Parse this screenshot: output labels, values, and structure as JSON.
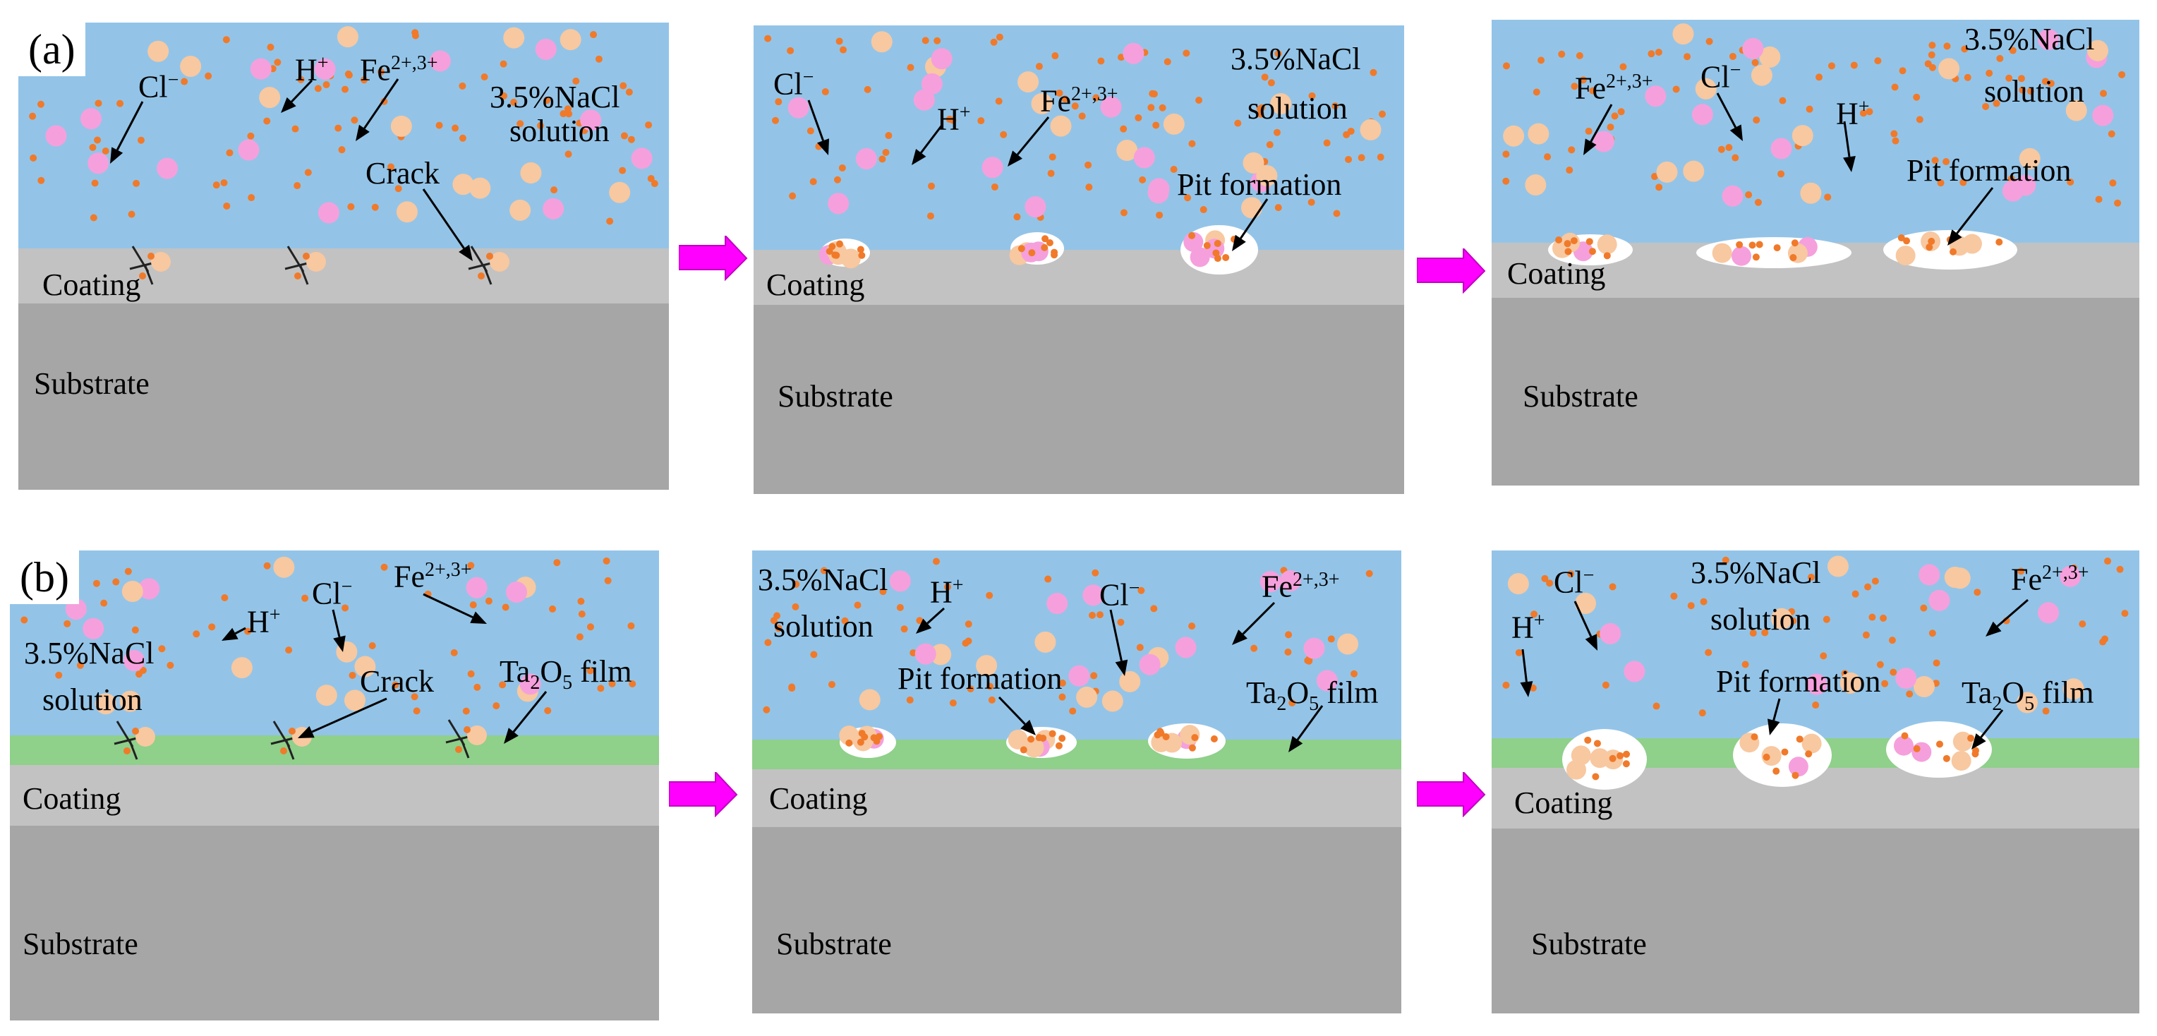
{
  "labels": {
    "a": "(a)",
    "b": "(b)",
    "cl": "Cl",
    "cl_charge": "−",
    "h": "H",
    "h_charge": "+",
    "fe": "Fe",
    "fe_charge": "2+,3+",
    "nacl_1": "3.5%NaCl",
    "nacl_2": "solution",
    "crack": "Crack",
    "pit": "Pit formation",
    "coating": "Coating",
    "substrate": "Substrate",
    "film_ta": "Ta",
    "film_2": "2",
    "film_o": "O",
    "film_5": "5",
    "film_word": " film"
  },
  "colors": {
    "solution": "#93c4e8",
    "coating": "#c2c2c2",
    "substrate": "#a6a6a6",
    "ta2o5_film": "#8fd08a",
    "small_ion": "#f07a2a",
    "large_ion_peach": "#f8c8a0",
    "large_ion_pink": "#f5a0dc",
    "transition_arrow": "#ff00ff"
  }
}
